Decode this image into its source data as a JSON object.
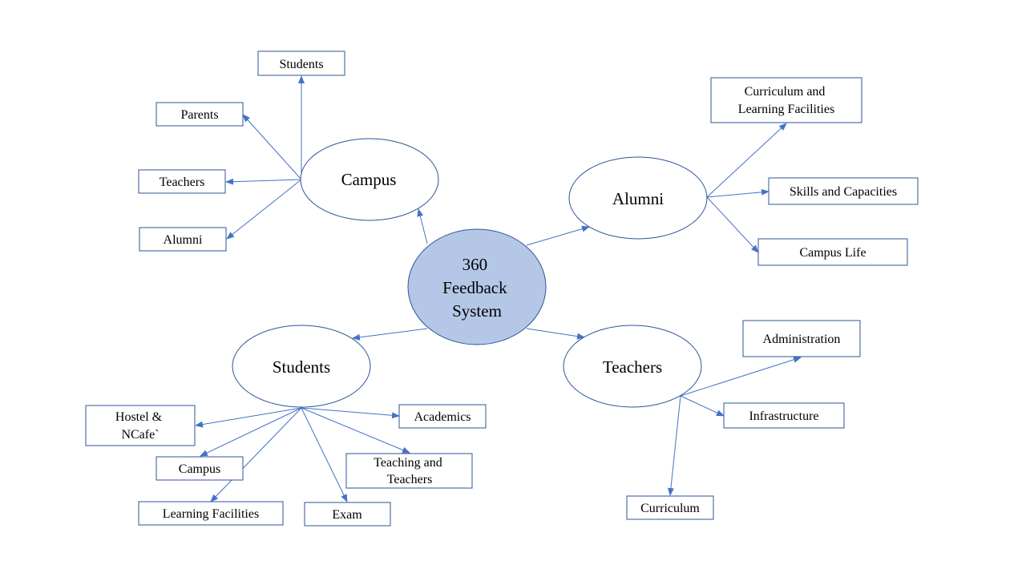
{
  "center": {
    "lines": [
      "360",
      "Feedback",
      "System"
    ]
  },
  "hubs": {
    "campus": {
      "label": "Campus"
    },
    "alumni": {
      "label": "Alumni"
    },
    "students": {
      "label": "Students"
    },
    "teachers": {
      "label": "Teachers"
    }
  },
  "leaves": {
    "campus_students": {
      "lines": [
        "Students"
      ]
    },
    "campus_parents": {
      "lines": [
        "Parents"
      ]
    },
    "campus_teachers": {
      "lines": [
        "Teachers"
      ]
    },
    "campus_alumni": {
      "lines": [
        "Alumni"
      ]
    },
    "alumni_curriculum": {
      "lines": [
        "Curriculum  and",
        "Learning  Facilities"
      ]
    },
    "alumni_skills": {
      "lines": [
        "Skills  and Capacities"
      ]
    },
    "alumni_campus_life": {
      "lines": [
        "Campus Life"
      ]
    },
    "students_hostel": {
      "lines": [
        "Hostel &",
        "NCafe`"
      ]
    },
    "students_campus": {
      "lines": [
        "Campus"
      ]
    },
    "students_learning": {
      "lines": [
        "Learning  Facilities"
      ]
    },
    "students_exam": {
      "lines": [
        "Exam"
      ]
    },
    "students_teaching": {
      "lines": [
        "Teaching and",
        "Teachers"
      ]
    },
    "students_academics": {
      "lines": [
        "Academics"
      ]
    },
    "teachers_administration": {
      "lines": [
        "Administration"
      ]
    },
    "teachers_infrastructure": {
      "lines": [
        "Infrastructure"
      ]
    },
    "teachers_curriculum": {
      "lines": [
        "Curriculum"
      ]
    }
  },
  "colors": {
    "center_fill": "#b4c7e7",
    "stroke": "#2f5597",
    "arrow": "#4472c4",
    "background": "#ffffff"
  }
}
